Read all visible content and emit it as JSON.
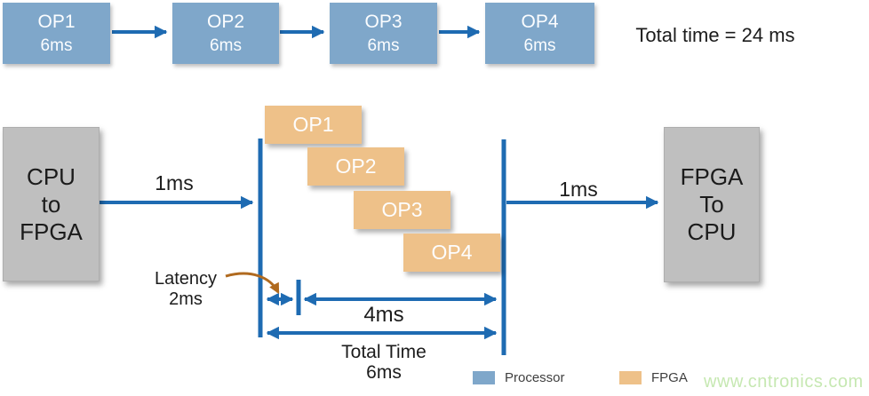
{
  "top_pipeline": {
    "ops": [
      {
        "name": "OP1",
        "time": "6ms"
      },
      {
        "name": "OP2",
        "time": "6ms"
      },
      {
        "name": "OP3",
        "time": "6ms"
      },
      {
        "name": "OP4",
        "time": "6ms"
      }
    ],
    "total_label": "Total time = 24 ms"
  },
  "pipelined": {
    "input_block": {
      "line1": "CPU",
      "line2": "to",
      "line3": "FPGA"
    },
    "output_block": {
      "line1": "FPGA",
      "line2": "To",
      "line3": "CPU"
    },
    "input_transfer": "1ms",
    "output_transfer": "1ms",
    "ops": [
      "OP1",
      "OP2",
      "OP3",
      "OP4"
    ],
    "latency": {
      "label": "Latency",
      "value": "2ms"
    },
    "pipeline_span": "4ms",
    "total": {
      "label": "Total Time",
      "value": "6ms"
    }
  },
  "legend": {
    "items": [
      {
        "label": "Processor",
        "color": "#7FA7CA"
      },
      {
        "label": "FPGA",
        "color": "#EEC189"
      }
    ]
  },
  "watermark": "www.cntronics.com",
  "colors": {
    "processor_fill": "#7FA7CA",
    "fpga_fill": "#EEC189",
    "arrow_blue": "#1E6BB2",
    "latency_arrow_brown": "#B06A1F",
    "block_gray": "#BFBFBF",
    "watermark_green": "#C6E8B2"
  }
}
